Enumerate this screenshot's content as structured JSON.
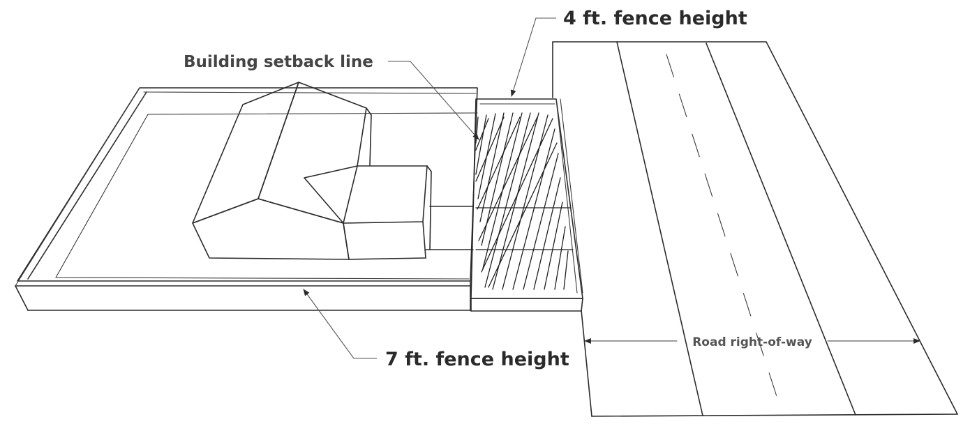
{
  "labels": {
    "fence_4ft": "4 ft. fence height",
    "setback": "Building setback line",
    "fence_7ft": "7 ft. fence height",
    "road_row": "Road right-of-way"
  }
}
